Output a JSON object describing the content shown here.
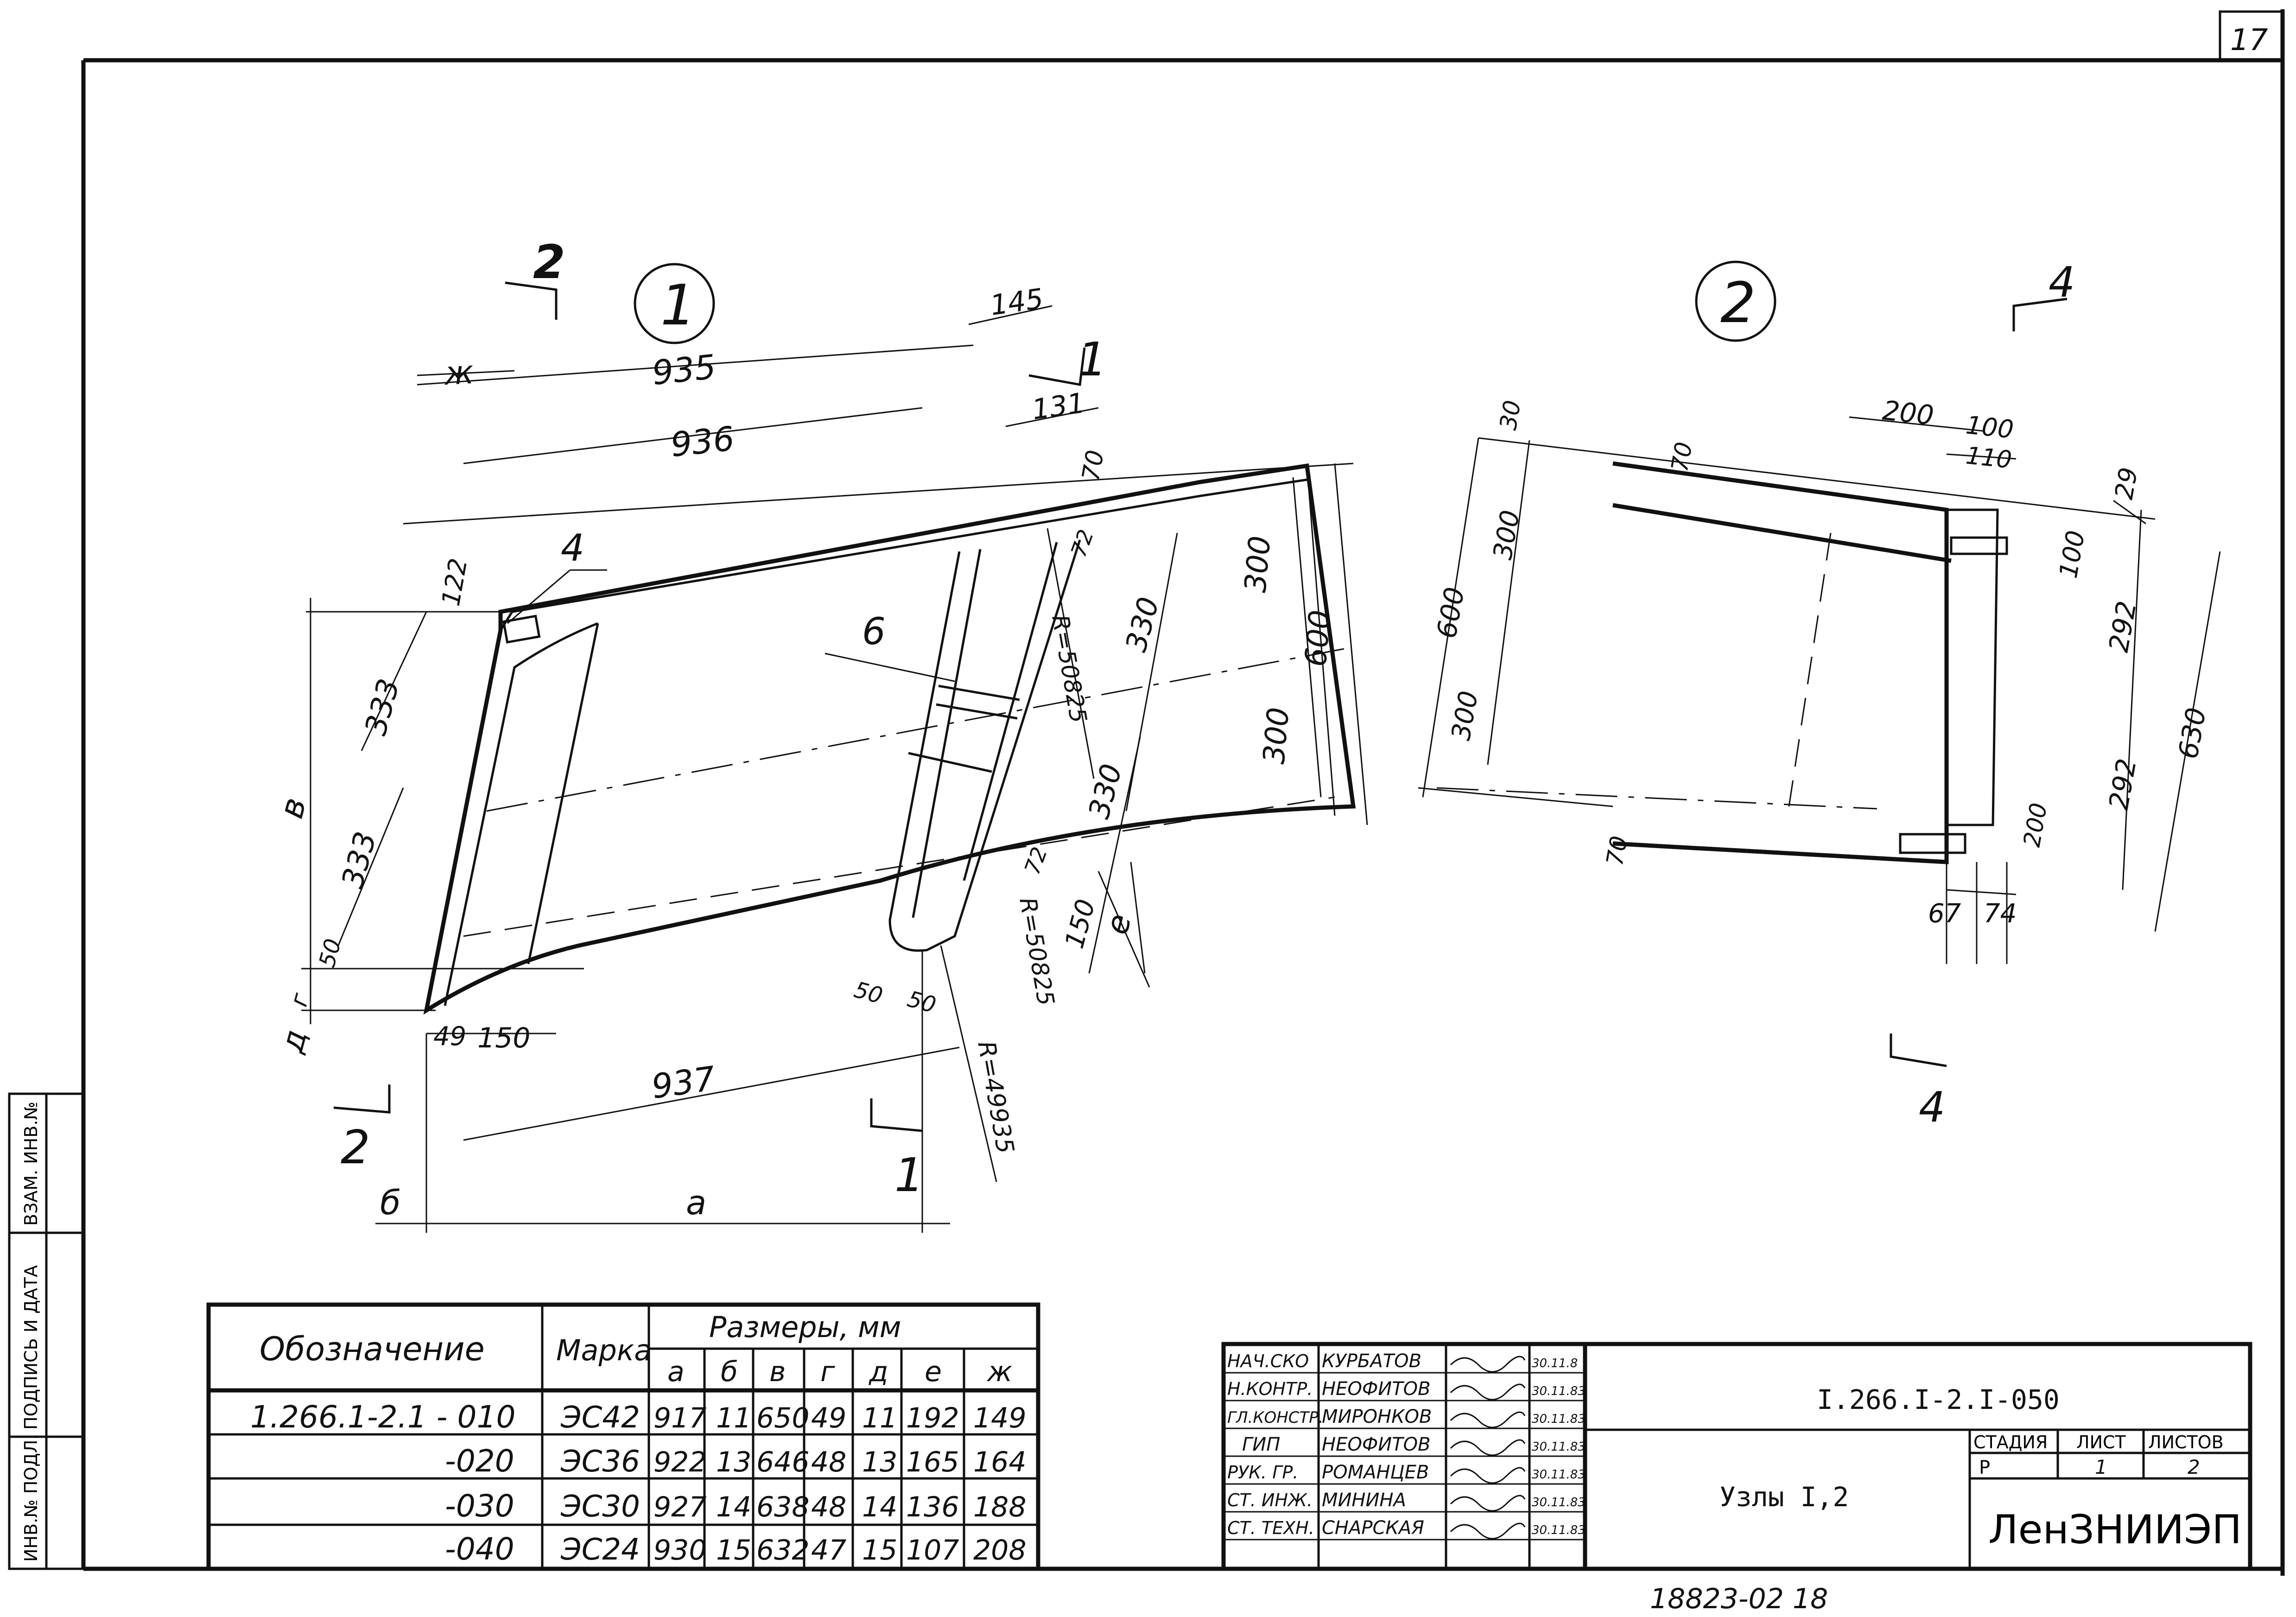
{
  "page_number": "17",
  "views": {
    "node1": {
      "label": "1",
      "section_2_top": "2",
      "section_2_bottom": "2",
      "section_1_top": "1",
      "section_1_bottom": "1",
      "dims": {
        "zh": "ж",
        "d935": "935",
        "d936": "936",
        "d145": "145",
        "d131": "131",
        "d70": "70",
        "d72a": "72",
        "d122": "122",
        "d333a": "333",
        "d333b": "333",
        "v": "в",
        "d50": "50",
        "g": "г",
        "d": "д",
        "d49": "49",
        "d150a": "150",
        "d937": "937",
        "b": "б",
        "a": "а",
        "d50b": "50",
        "d50c": "50",
        "r50825a": "R=50825",
        "r50825b": "R=50825",
        "r49935": "R=49935",
        "d330a": "330",
        "d330b": "330",
        "d300a": "300",
        "d300b": "300",
        "d600": "600",
        "d72b": "72",
        "d150b": "150",
        "e": "е",
        "pos4": "4",
        "pos6": "6"
      }
    },
    "node2": {
      "label": "2",
      "section_4_top": "4",
      "section_4_bottom": "4",
      "dims": {
        "d30": "30",
        "d70a": "70",
        "d200a": "200",
        "d100a": "100",
        "d110": "110",
        "d29": "29",
        "d600": "600",
        "d300a": "300",
        "d300b": "300",
        "d100b": "100",
        "d292a": "292",
        "d292b": "292",
        "d630": "630",
        "d70b": "70",
        "d200b": "200",
        "d67": "67",
        "d74": "74"
      }
    }
  },
  "spec_table": {
    "header_designation": "Обозначение",
    "header_mark": "Марка",
    "header_sizes": "Размеры, мм",
    "columns": [
      "а",
      "б",
      "в",
      "г",
      "д",
      "е",
      "ж"
    ],
    "rows": [
      {
        "designation": "1.266.1-2.1 - 010",
        "mark": "ЭС42",
        "values": [
          "917",
          "11",
          "650",
          "49",
          "11",
          "192",
          "149"
        ]
      },
      {
        "designation": "-020",
        "mark": "ЭС36",
        "values": [
          "922",
          "13",
          "646",
          "48",
          "13",
          "165",
          "164"
        ]
      },
      {
        "designation": "-030",
        "mark": "ЭС30",
        "values": [
          "927",
          "14",
          "638",
          "48",
          "14",
          "136",
          "188"
        ]
      },
      {
        "designation": "-040",
        "mark": "ЭС24",
        "values": [
          "930",
          "15",
          "632",
          "47",
          "15",
          "107",
          "208"
        ]
      }
    ]
  },
  "title_block": {
    "signatures": [
      {
        "role": "НАЧ.СКО",
        "name": "КУРБАТОВ",
        "date": "30.11.8"
      },
      {
        "role": "Н.КОНТР.",
        "name": "НЕОФИТОВ",
        "date": "30.11.83"
      },
      {
        "role": "ГЛ.КОНСТР.",
        "name": "МИРОНКОВ",
        "date": "30.11.83"
      },
      {
        "role": "ГИП",
        "name": "НЕОФИТОВ",
        "date": "30.11.83"
      },
      {
        "role": "РУК. ГР.",
        "name": "РОМАНЦЕВ",
        "date": "30.11.83"
      },
      {
        "role": "СТ. ИНЖ.",
        "name": "МИНИНА",
        "date": "30.11.83"
      },
      {
        "role": "СТ. ТЕХН.",
        "name": "СНАРСКАЯ",
        "date": "30.11.83"
      }
    ],
    "doc_code": "I.266.I-2.I-050",
    "sheet_title": "Узлы I,2",
    "stage_label": "СТАДИЯ",
    "sheet_label": "ЛИСТ",
    "sheets_label": "ЛИСТОВ",
    "stage": "Р",
    "sheet": "1",
    "sheets": "2",
    "organization": "ЛенЗНИИЭП"
  },
  "side_stamp": {
    "inv_podl": "ИНВ.№ ПОДЛ.",
    "podpis": "ПОДПИСЬ И ДАТА",
    "vzam": "ВЗАМ. ИНВ.№"
  },
  "bottom_note": "18823-02 18"
}
